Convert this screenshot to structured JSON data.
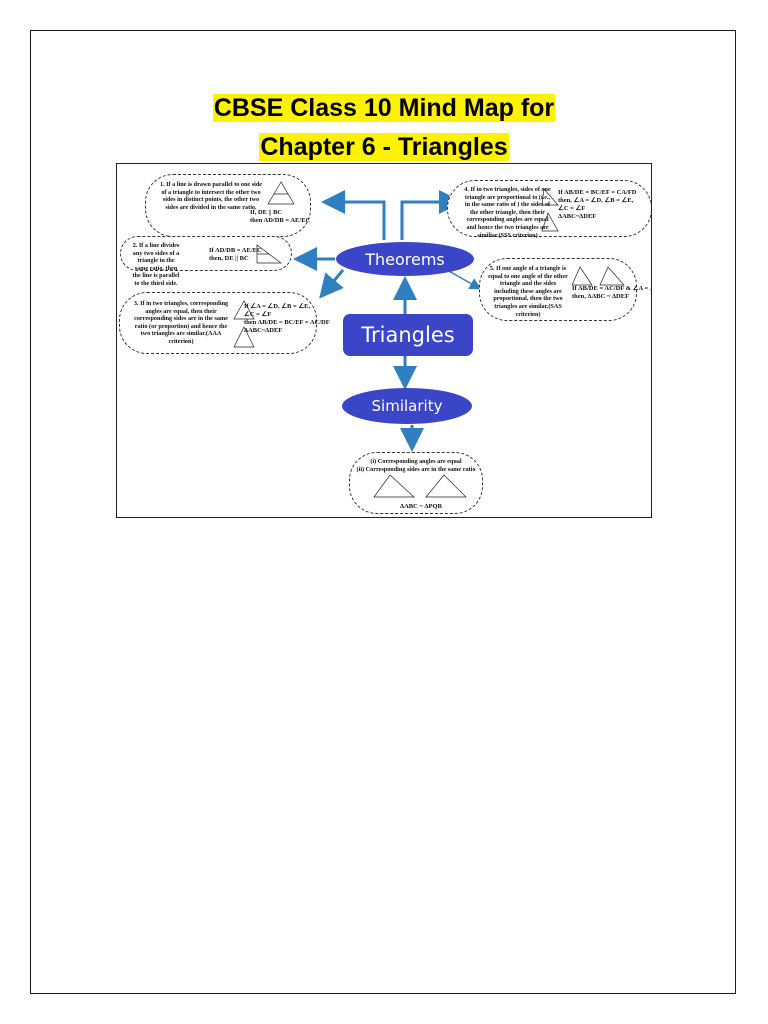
{
  "title": {
    "line1": "CBSE Class 10 Mind Map for",
    "line2": "Chapter 6 - Triangles"
  },
  "mindmap": {
    "center": "Triangles",
    "theorems": "Theorems",
    "similarity": "Similarity",
    "nodes": {
      "t1": {
        "text": "1. If a line is drawn parallel to one side of a triangle to intersect the other two sides in distinct points, the other two sides are divided in the same ratio.",
        "formula": "If, DE || BC\nthen AD/DB = AE/EC"
      },
      "t2": {
        "text": "2. If a line divides any two sides of a triangle in the same ratio, then the line is parallel to the third side.",
        "formula": "If AD/DB = AE/EC\nthen, DE || BC"
      },
      "t3": {
        "text": "3. If in two triangles, corresponding angles are equal, then their corresponding sides are in the same ratio (or proportion) and hence the two triangles are similar.(AAA criterion)",
        "formula": "If ∠A = ∠D, ∠B = ∠E,\n∠C = ∠F\nthen AB/DE = BC/EF = AC/DF\nΔABC~ΔDEF"
      },
      "t4": {
        "text": "4. If in two triangles, sides of one triangle are proportional to (i.e., in the same ratio of ) the sides of the other triangle, then their corresponding angles are equal and hence the two triangles are similiar.(SSS criterion)",
        "formula": "If AB/DE = BC/EF = CA/FD\nthen, ∠A = ∠D, ∠B = ∠E,\n∠C = ∠F\nΔABC~ΔDEF"
      },
      "t5": {
        "text": "5. If one angle of a triangle is equal to one angle of the other triangle and the sides including these angles are proportional, then the two triangles are similar.(SAS criterion)",
        "formula": "If AB/DE = AC/DF & ∠A = ∠D\nthen, ΔABC ~ ΔDEF"
      },
      "sim": {
        "line1": "(i) Corresponding angles are equal",
        "line2": "(ii) Corresponding sides are in the same ratio",
        "formula": "ΔABC ~ ΔPQR"
      }
    }
  },
  "colors": {
    "highlight": "#fff200",
    "node": "#3a45c8",
    "arrow": "#2f7fc1"
  }
}
